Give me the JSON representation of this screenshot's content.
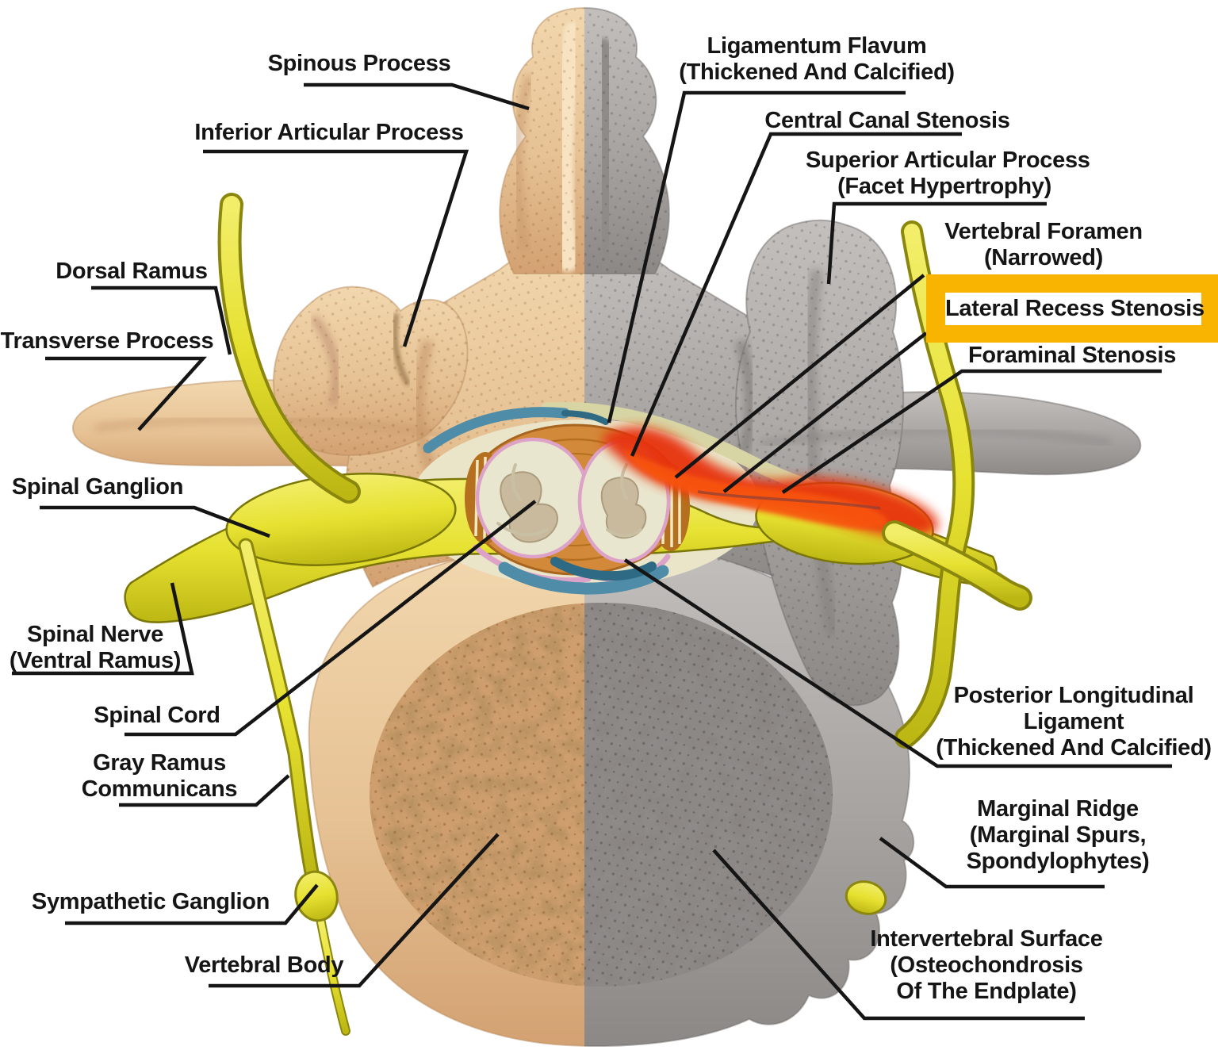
{
  "labels": {
    "left": [
      {
        "id": "spinous-process",
        "text": "Spinous Process"
      },
      {
        "id": "inferior-articular-process",
        "text": "Inferior Articular Process"
      },
      {
        "id": "dorsal-ramus",
        "text": "Dorsal Ramus"
      },
      {
        "id": "transverse-process",
        "text": "Transverse Process"
      },
      {
        "id": "spinal-ganglion",
        "text": "Spinal Ganglion"
      },
      {
        "id": "spinal-nerve",
        "text": "Spinal Nerve\n(Ventral Ramus)"
      },
      {
        "id": "spinal-cord",
        "text": "Spinal Cord"
      },
      {
        "id": "gray-ramus-communicans",
        "text": "Gray Ramus\nCommunicans"
      },
      {
        "id": "sympathetic-ganglion",
        "text": "Sympathetic Ganglion"
      },
      {
        "id": "vertebral-body",
        "text": "Vertebral Body"
      }
    ],
    "right": [
      {
        "id": "ligamentum-flavum",
        "text": "Ligamentum Flavum\n(Thickened And Calcified)"
      },
      {
        "id": "central-canal-stenosis",
        "text": "Central Canal Stenosis"
      },
      {
        "id": "superior-articular-process",
        "text": "Superior Articular Process\n(Facet Hypertrophy)"
      },
      {
        "id": "vertebral-foramen",
        "text": "Vertebral Foramen\n(Narrowed)"
      },
      {
        "id": "lateral-recess-stenosis",
        "text": "Lateral Recess Stenosis",
        "highlighted": true
      },
      {
        "id": "foraminal-stenosis",
        "text": "Foraminal Stenosis"
      },
      {
        "id": "posterior-longitudinal-ligament",
        "text": "Posterior Longitudinal\nLigament\n(Thickened And Calcified)"
      },
      {
        "id": "marginal-ridge",
        "text": "Marginal Ridge\n(Marginal Spurs,\nSpondylophytes)"
      },
      {
        "id": "intervertebral-surface",
        "text": "Intervertebral Surface\n(Osteochondrosis\nOf The Endplate)"
      }
    ]
  },
  "highlight": {
    "label": "Lateral Recess Stenosis",
    "box_color": "#F8B400",
    "inner_background": "#FFFFFF"
  },
  "colors": {
    "background": "#FFFFFF",
    "leader_line": "#151515",
    "text": "#151515",
    "bone_left": "#E6C294",
    "bone_right": "#A7A3A1",
    "nerve_yellow": "#E6E130",
    "stenosis_red": "#E73210",
    "cord_cream": "#EDEAD4",
    "disc_orange": "#D28A3A",
    "ligament_teal": "#4F8CA8",
    "highlight_orange": "#F8B400"
  }
}
